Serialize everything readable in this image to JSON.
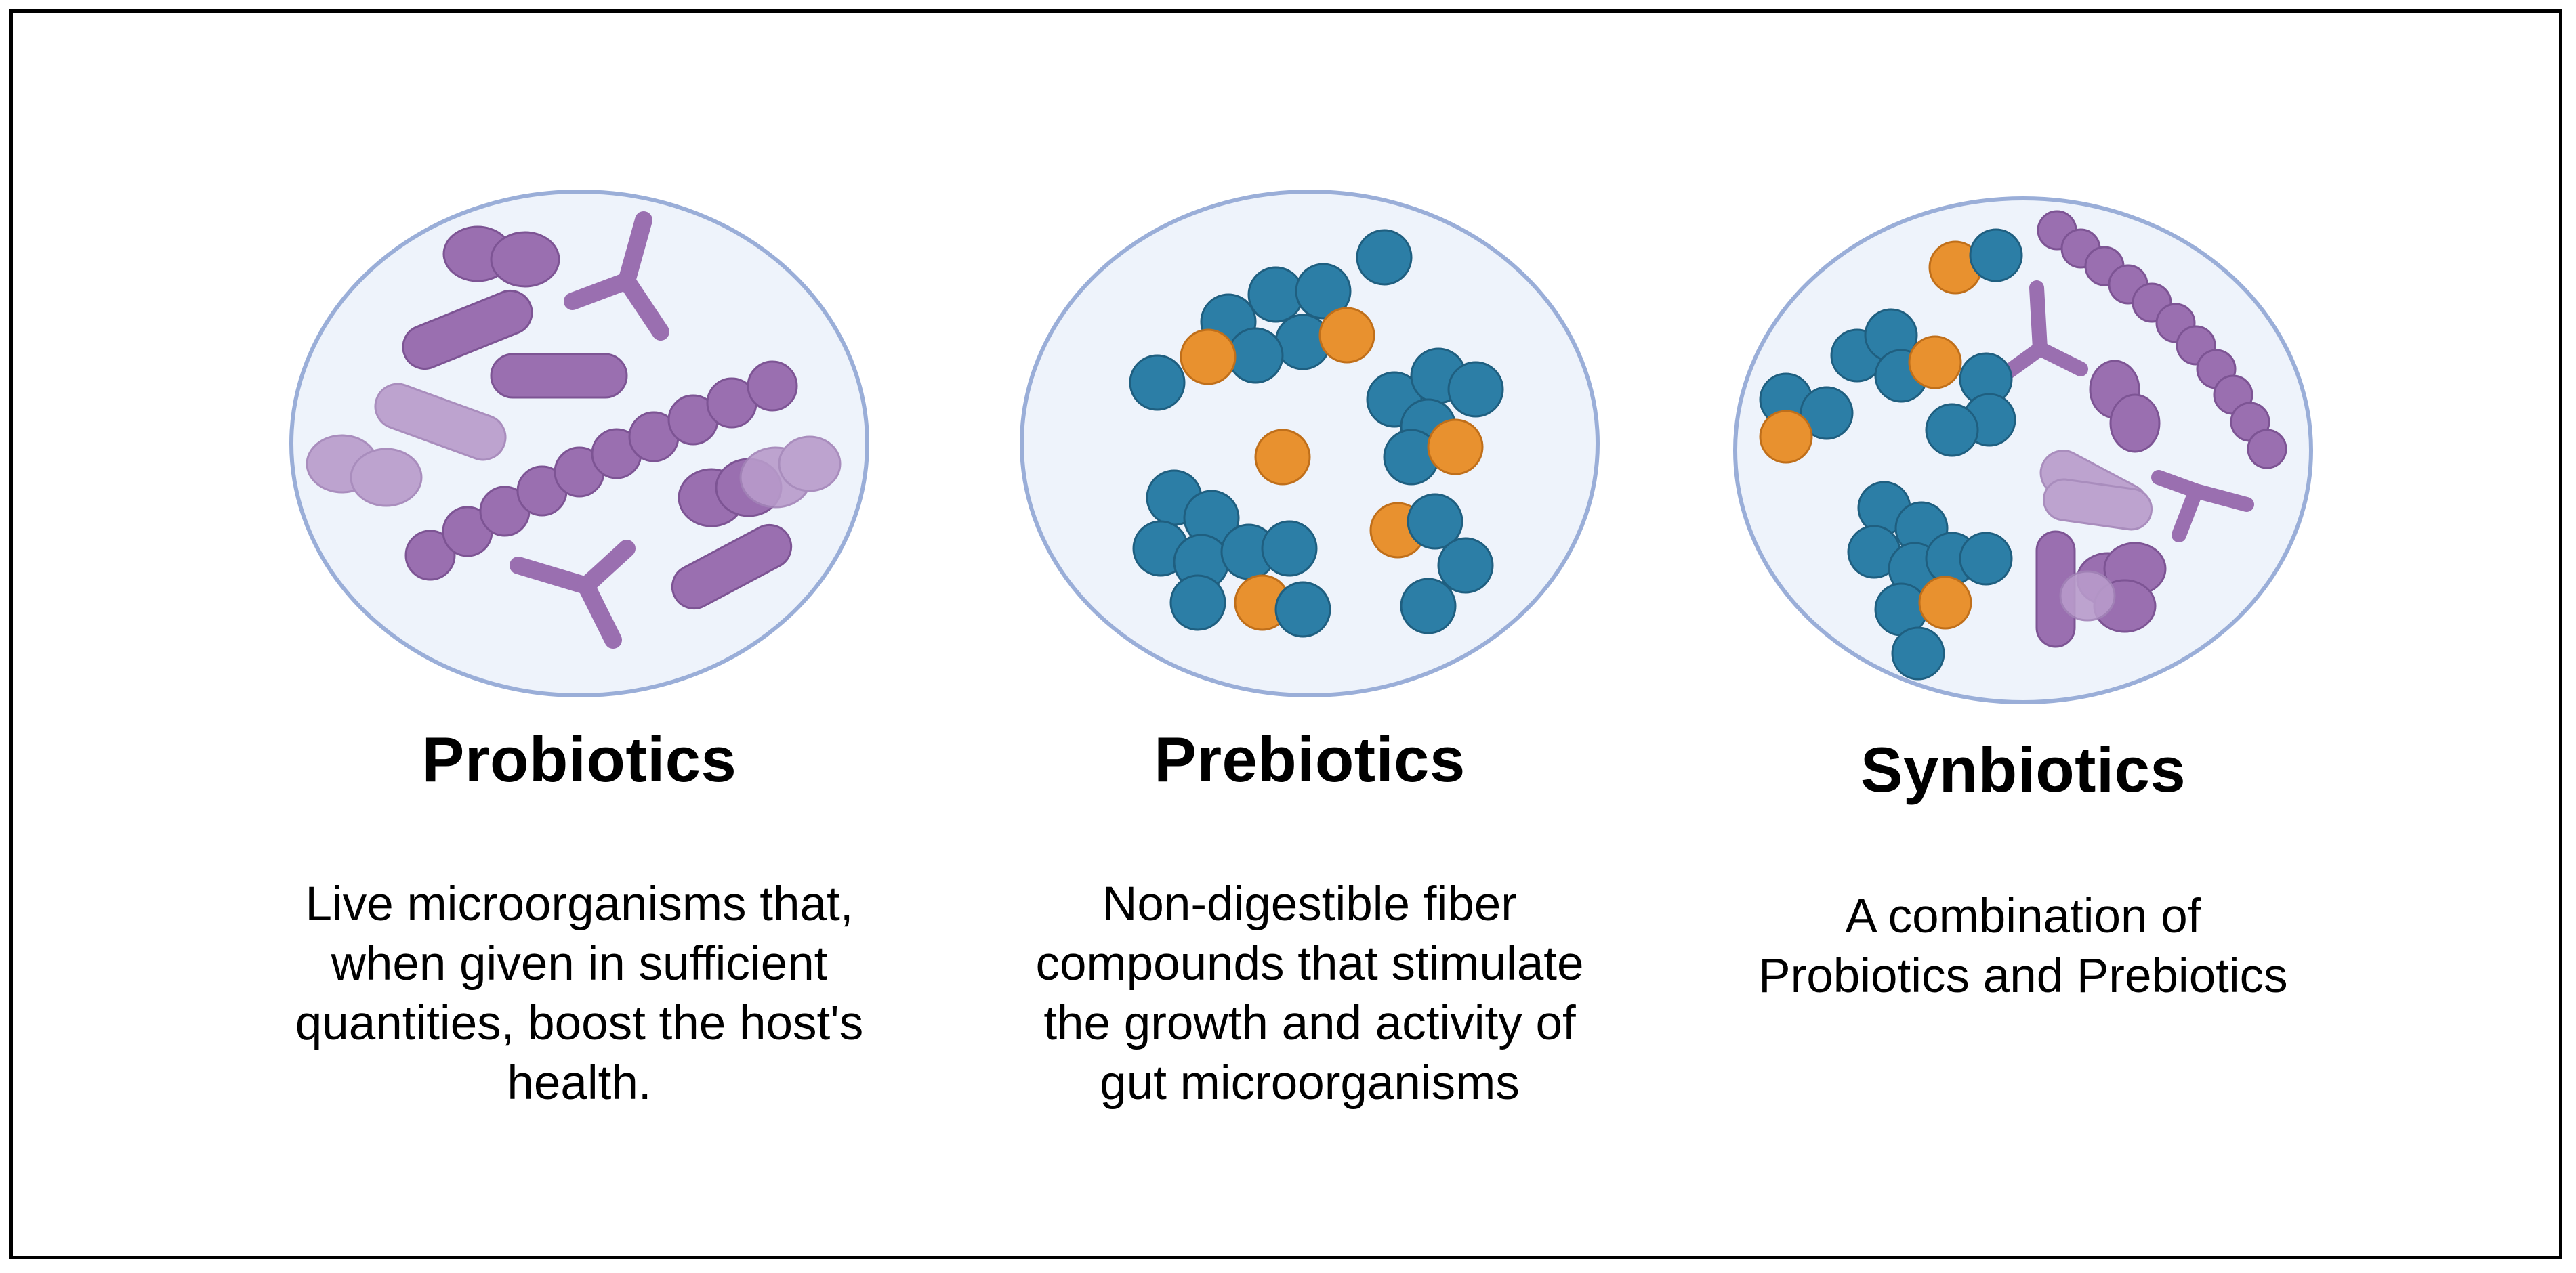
{
  "colors": {
    "circle_fill": "#eef3fb",
    "circle_stroke": "#9aaed8",
    "probiotic_purple": "#9a6fb0",
    "prebiotic_blue": "#2c7ea6",
    "prebiotic_orange": "#e8912f",
    "frame": "#000000"
  },
  "panels": [
    {
      "title": "Probiotics",
      "description": "Live microorganisms that,\nwhen given in sufficient\nquantities, boost the host's\nhealth.",
      "icon": "bacteria-cluster-icon"
    },
    {
      "title": "Prebiotics",
      "description": "Non-digestible fiber\ncompounds that stimulate\nthe growth and activity of\ngut microorganisms",
      "icon": "fiber-granules-icon"
    },
    {
      "title": "Synbiotics",
      "description": "A combination of\nProbiotics and Prebiotics",
      "icon": "mixed-cluster-icon"
    }
  ]
}
